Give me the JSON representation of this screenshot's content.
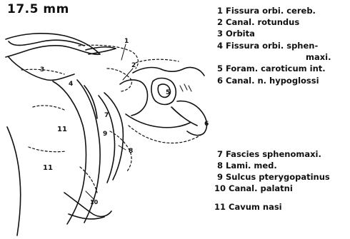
{
  "scale": "17.5 mm",
  "legend": [
    {
      "num": "1",
      "label": "Fissura orbi. cereb."
    },
    {
      "num": "2",
      "label": "Canal. rotundus"
    },
    {
      "num": "3",
      "label": "Orbita"
    },
    {
      "num": "4",
      "label": "Fissura orbi. sphen-",
      "cont": "maxi."
    },
    {
      "num": "5",
      "label": "Foram. caroticum int."
    },
    {
      "num": "6",
      "label": "Canal. n. hypoglossi"
    },
    {
      "num": "7",
      "label": "Fascies sphenomaxi."
    },
    {
      "num": "8",
      "label": "Lami. med."
    },
    {
      "num": "9",
      "label": "Sulcus pterygopatinus"
    },
    {
      "num": "10",
      "label": "Canal. palatni"
    },
    {
      "num": "11",
      "label": "Cavum nasi"
    }
  ],
  "labels": {
    "n1": "1",
    "n2": "2",
    "n3": "3",
    "n4": "4",
    "n5": "5",
    "n6": "6",
    "n7": "7",
    "n8": "8",
    "n9": "9",
    "n10": "10",
    "n11a": "11",
    "n11b": "11"
  },
  "colors": {
    "ink": "#111111",
    "background": "#ffffff"
  }
}
